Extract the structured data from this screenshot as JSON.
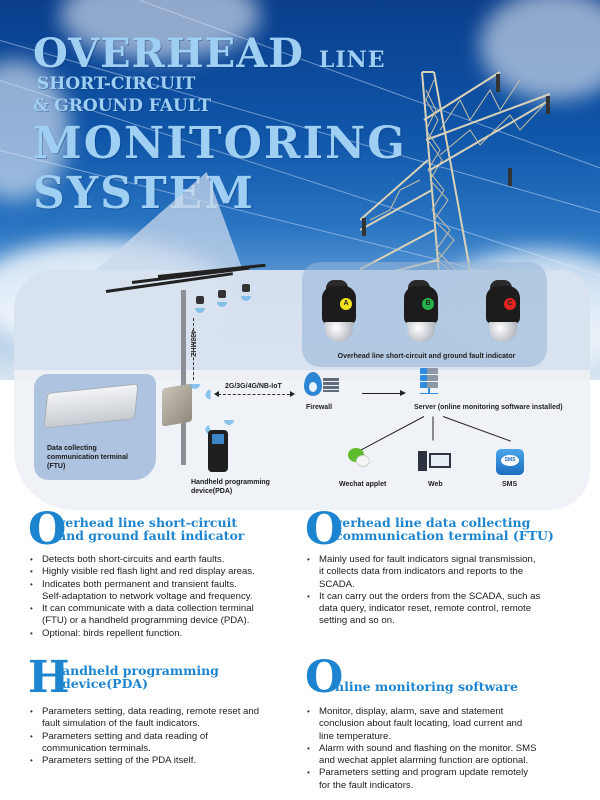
{
  "hero": {
    "title_line1_big": "OVERHEAD",
    "title_line1_small": "LINE",
    "title_line2": "SHORT-CIRCUIT",
    "title_line3": "& GROUND FAULT",
    "title_line4": "MONITORING",
    "title_line5": "SYSTEM",
    "title_color": "#9fd0f4",
    "sky_color": "#0f55a8"
  },
  "diagram": {
    "indicator_caption": "Overhead line short-circuit and ground fault indicator",
    "indicators": [
      {
        "phase": "A",
        "color": "#f2e21c"
      },
      {
        "phase": "B",
        "color": "#27b34a"
      },
      {
        "phase": "C",
        "color": "#e52222"
      }
    ],
    "frequency_label": "433MHZ",
    "network_label": "2G/3G/4G/NB-IoT",
    "ftu_label_line1": "Data collecting",
    "ftu_label_line2": "communication terminal",
    "ftu_label_line3": "(FTU)",
    "pda_label_line1": "Handheld programming",
    "pda_label_line2": "device(PDA)",
    "firewall_label": "Firewall",
    "server_label": "Server (online monitoring software installed)",
    "outputs": {
      "wechat_label": "Wechat applet",
      "web_label": "Web",
      "sms_label": "SMS",
      "sms_icon_text": "SMS"
    }
  },
  "sections": {
    "indicator": {
      "initial": "O",
      "title_line1": "verhead line short-circuit",
      "title_line2": "and ground fault indicator",
      "bullets": [
        {
          "text": "Detects both short-circuits and earth faults."
        },
        {
          "text": "Highly visible red flash light and red display areas."
        },
        {
          "text": "Indicates both permanent and transient faults.",
          "cont": "Self-adaptation to network voltage and frequency."
        },
        {
          "text": "It can communicate with a data collection terminal",
          "cont": "(FTU) or a handheld programming device (PDA)."
        },
        {
          "text": "Optional: birds repellent function."
        }
      ]
    },
    "ftu": {
      "initial": "O",
      "title_line1": "verhead line data collecting",
      "title_line2": "communication terminal (FTU)",
      "bullets": [
        {
          "text": "Mainly used for fault indicators signal transmission,",
          "cont": "it collects data from indicators and reports to the",
          "cont2": "SCADA."
        },
        {
          "text": "It can carry out the orders from the SCADA, such as",
          "cont": "data query, indicator reset, remote control, remote",
          "cont2": "setting and so on."
        }
      ]
    },
    "pda": {
      "initial": "H",
      "title_line1": "andheld programming",
      "title_line2": "device(PDA)",
      "bullets": [
        {
          "text": "Parameters setting, data reading, remote reset and",
          "cont": "fault simulation of the fault indicators."
        },
        {
          "text": "Parameters setting and data reading of",
          "cont": "communication terminals."
        },
        {
          "text": "Parameters setting of the PDA itself."
        }
      ]
    },
    "software": {
      "initial": "O",
      "title_line1": "nline monitoring software",
      "bullets": [
        {
          "text": "Monitor, display, alarm, save and statement",
          "cont": "conclusion about fault locating, load current and",
          "cont2": "line temperature."
        },
        {
          "text": "Alarm with sound and flashing on the monitor. SMS",
          "cont": "and wechat applet alarming function  are optional."
        },
        {
          "text": "Parameters setting and program update remotely",
          "cont": "for the fault indicators."
        }
      ]
    },
    "accent_color": "#1d85cf"
  }
}
